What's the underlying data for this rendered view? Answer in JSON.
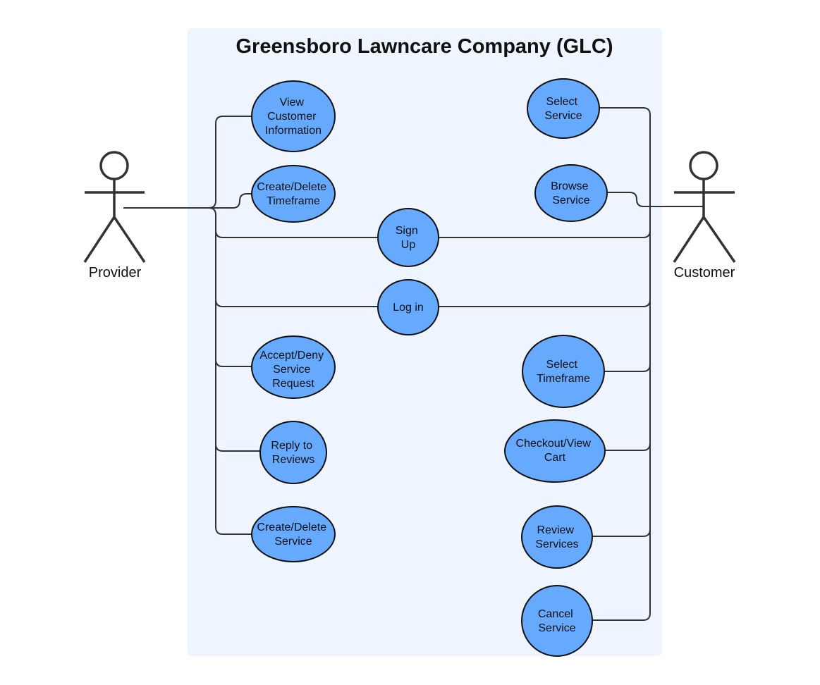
{
  "diagram": {
    "title": "Greensboro Lawncare Company (GLC)",
    "colors": {
      "system_box": "#eef5fe",
      "use_case_fill": "#66aaff",
      "use_case_stroke": "#111111",
      "connector": "#333333"
    },
    "actors": {
      "provider": {
        "label": "Provider",
        "icon": "stick-figure-icon"
      },
      "customer": {
        "label": "Customer",
        "icon": "stick-figure-icon"
      }
    },
    "use_cases": {
      "view_customer_information": [
        "View",
        "Customer",
        "Information"
      ],
      "create_delete_timeframe": [
        "Create/Delete",
        "Timeframe"
      ],
      "sign_up": [
        "Sign",
        "Up"
      ],
      "log_in": [
        "Log in"
      ],
      "accept_deny_service_request": [
        "Accept/Deny",
        "Service",
        "Request"
      ],
      "reply_to_reviews": [
        "Reply to",
        "Reviews"
      ],
      "create_delete_service": [
        "Create/Delete",
        "Service"
      ],
      "select_service": [
        "Select",
        "Service"
      ],
      "browse_service": [
        "Browse",
        "Service"
      ],
      "select_timeframe": [
        "Select",
        "Timeframe"
      ],
      "checkout_view_cart": [
        "Checkout/View",
        "Cart"
      ],
      "review_services": [
        "Review",
        "Services"
      ],
      "cancel_service": [
        "Cancel",
        "Service"
      ]
    }
  }
}
